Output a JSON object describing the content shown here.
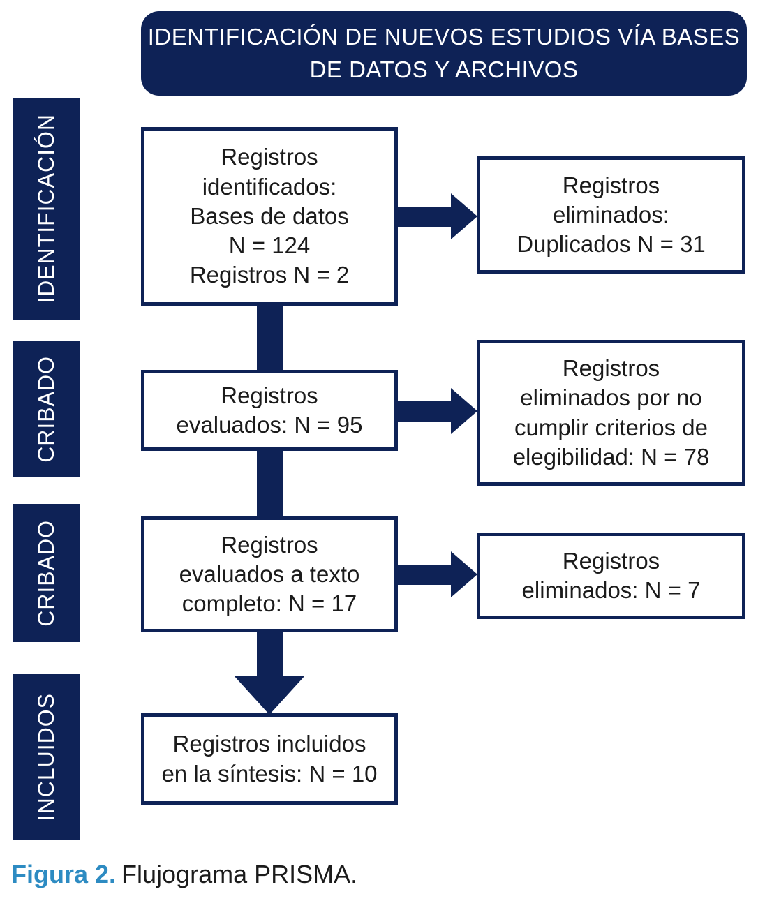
{
  "colors": {
    "navy": "#0E2256",
    "box_border": "#0E2256",
    "box_text": "#1B1B1B",
    "caption_accent": "#2D8BC2",
    "background": "#FFFFFF"
  },
  "header": {
    "title": "IDENTIFICACIÓN DE NUEVOS ESTUDIOS VÍA BASES\nDE DATOS Y ARCHIVOS"
  },
  "stages": [
    {
      "label": "IDENTIFICACIÓN"
    },
    {
      "label": "CRIBADO"
    },
    {
      "label": "CRIBADO"
    },
    {
      "label": "INCLUIDOS"
    }
  ],
  "main_boxes": [
    {
      "text": "Registros\nidentificados:\nBases de datos\nN = 124\nRegistros N = 2"
    },
    {
      "text": "Registros\nevaluados: N = 95"
    },
    {
      "text": "Registros\nevaluados a texto\ncompleto: N = 17"
    },
    {
      "text": "Registros incluidos\nen la síntesis: N = 10"
    }
  ],
  "side_boxes": [
    {
      "text": "Registros\neliminados:\nDuplicados N = 31"
    },
    {
      "text": "Registros\neliminados por no\ncumplir criterios de\nelegibilidad: N = 78"
    },
    {
      "text": "Registros\neliminados: N = 7"
    }
  ],
  "caption": {
    "label": "Figura 2.",
    "text": "Flujograma PRISMA."
  }
}
